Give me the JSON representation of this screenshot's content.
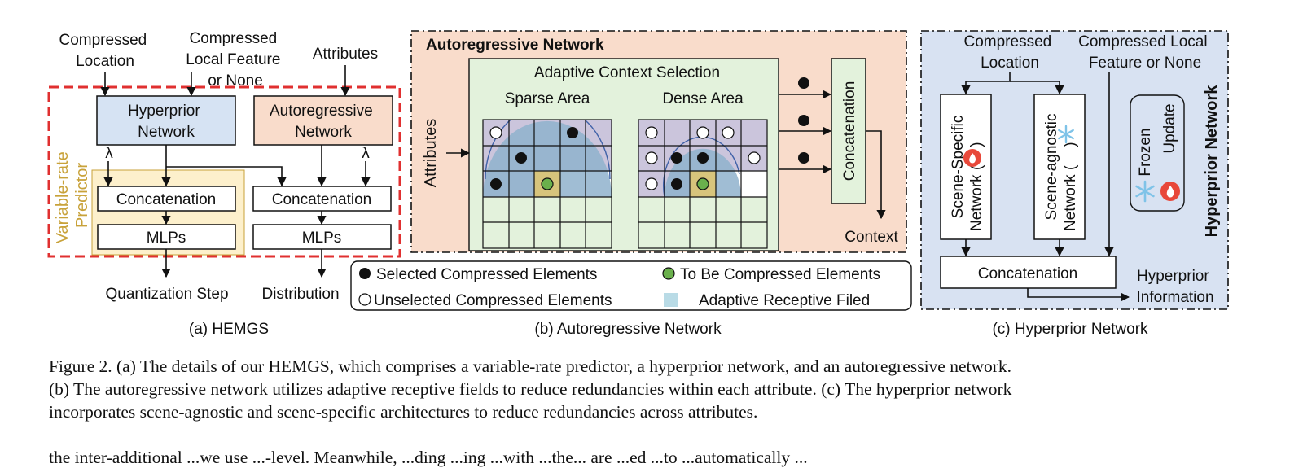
{
  "panel_a": {
    "input_compressed_location": [
      "Compressed",
      "Location"
    ],
    "input_compressed_local_feature": [
      "Compressed",
      "Local Feature",
      "or None"
    ],
    "input_attributes": "Attributes",
    "hyperprior_box": [
      "Hyperprior",
      "Network"
    ],
    "autoregressive_box": [
      "Autoregressive",
      "Network"
    ],
    "variable_rate_label": [
      "Variable-rate",
      "Predictor"
    ],
    "lambda": "λ",
    "concat_left": "Concatenation",
    "concat_right": "Concatenation",
    "mlps_left": "MLPs",
    "mlps_right": "MLPs",
    "output_left": "Quantization Step",
    "output_right": "Distribution",
    "caption": "(a) HEMGS"
  },
  "panel_b": {
    "title": "Autoregressive Network",
    "context_selection": "Adaptive Context Selection",
    "sparse_label": "Sparse Area",
    "dense_label": "Dense Area",
    "attributes_label": "Attributes",
    "concatenation": "Concatenation",
    "context": "Context",
    "legend": {
      "selected": "Selected Compressed Elements",
      "to_be": "To Be Compressed Elements",
      "unselected": "Unselected Compressed Elements",
      "receptive": "Adaptive Receptive Filed"
    },
    "caption": "(b) Autoregressive Network"
  },
  "panel_c": {
    "input_compressed_location": [
      "Compressed",
      "Location"
    ],
    "input_compressed_local": [
      "Compressed Local",
      "Feature or None"
    ],
    "scene_specific": [
      "Scene-Specific",
      "Network (",
      ")"
    ],
    "scene_agnostic": [
      "Scene-agnostic",
      "Network (",
      ")"
    ],
    "frozen": "Frozen",
    "update": "Update",
    "side_title": "Hyperprior Network",
    "concatenation": "Concatenation",
    "output": [
      "Hyperprior",
      "Information"
    ],
    "caption": "(c) Hyperprior Network"
  },
  "caption": {
    "lines": [
      "Figure 2. (a) The details of our HEMGS, which comprises a variable-rate predictor, a hyperprior network, and an autoregressive network.",
      "(b) The autoregressive network utilizes adaptive receptive fields to reduce redundancies within each attribute. (c) The hyperprior network",
      "incorporates scene-agnostic and scene-specific architectures to reduce redundancies across attributes."
    ]
  },
  "trailing_text": "the inter-additional ...we use ...-level. Meanwhile, ...ding ...ing ...with ...the... are ...ed ...to ...automatically ...",
  "colors": {
    "red_dashed": "#e03030",
    "hyperprior_fill": "#d6e3f3",
    "autoregressive_fill": "#f9dccb",
    "predictor_fill": "#fdf0cc",
    "predictor_text": "#c8a23a",
    "green_panel": "#e3f2dc",
    "purple_cell": "#cbc5dc",
    "blue_area": "#8fb1cd",
    "to_be_cell": "#d7c47c",
    "green_dot": "#6ab04c",
    "panel_c_fill": "#d8e2f2",
    "fire": "#e8483a",
    "snow": "#7fc3e8"
  }
}
